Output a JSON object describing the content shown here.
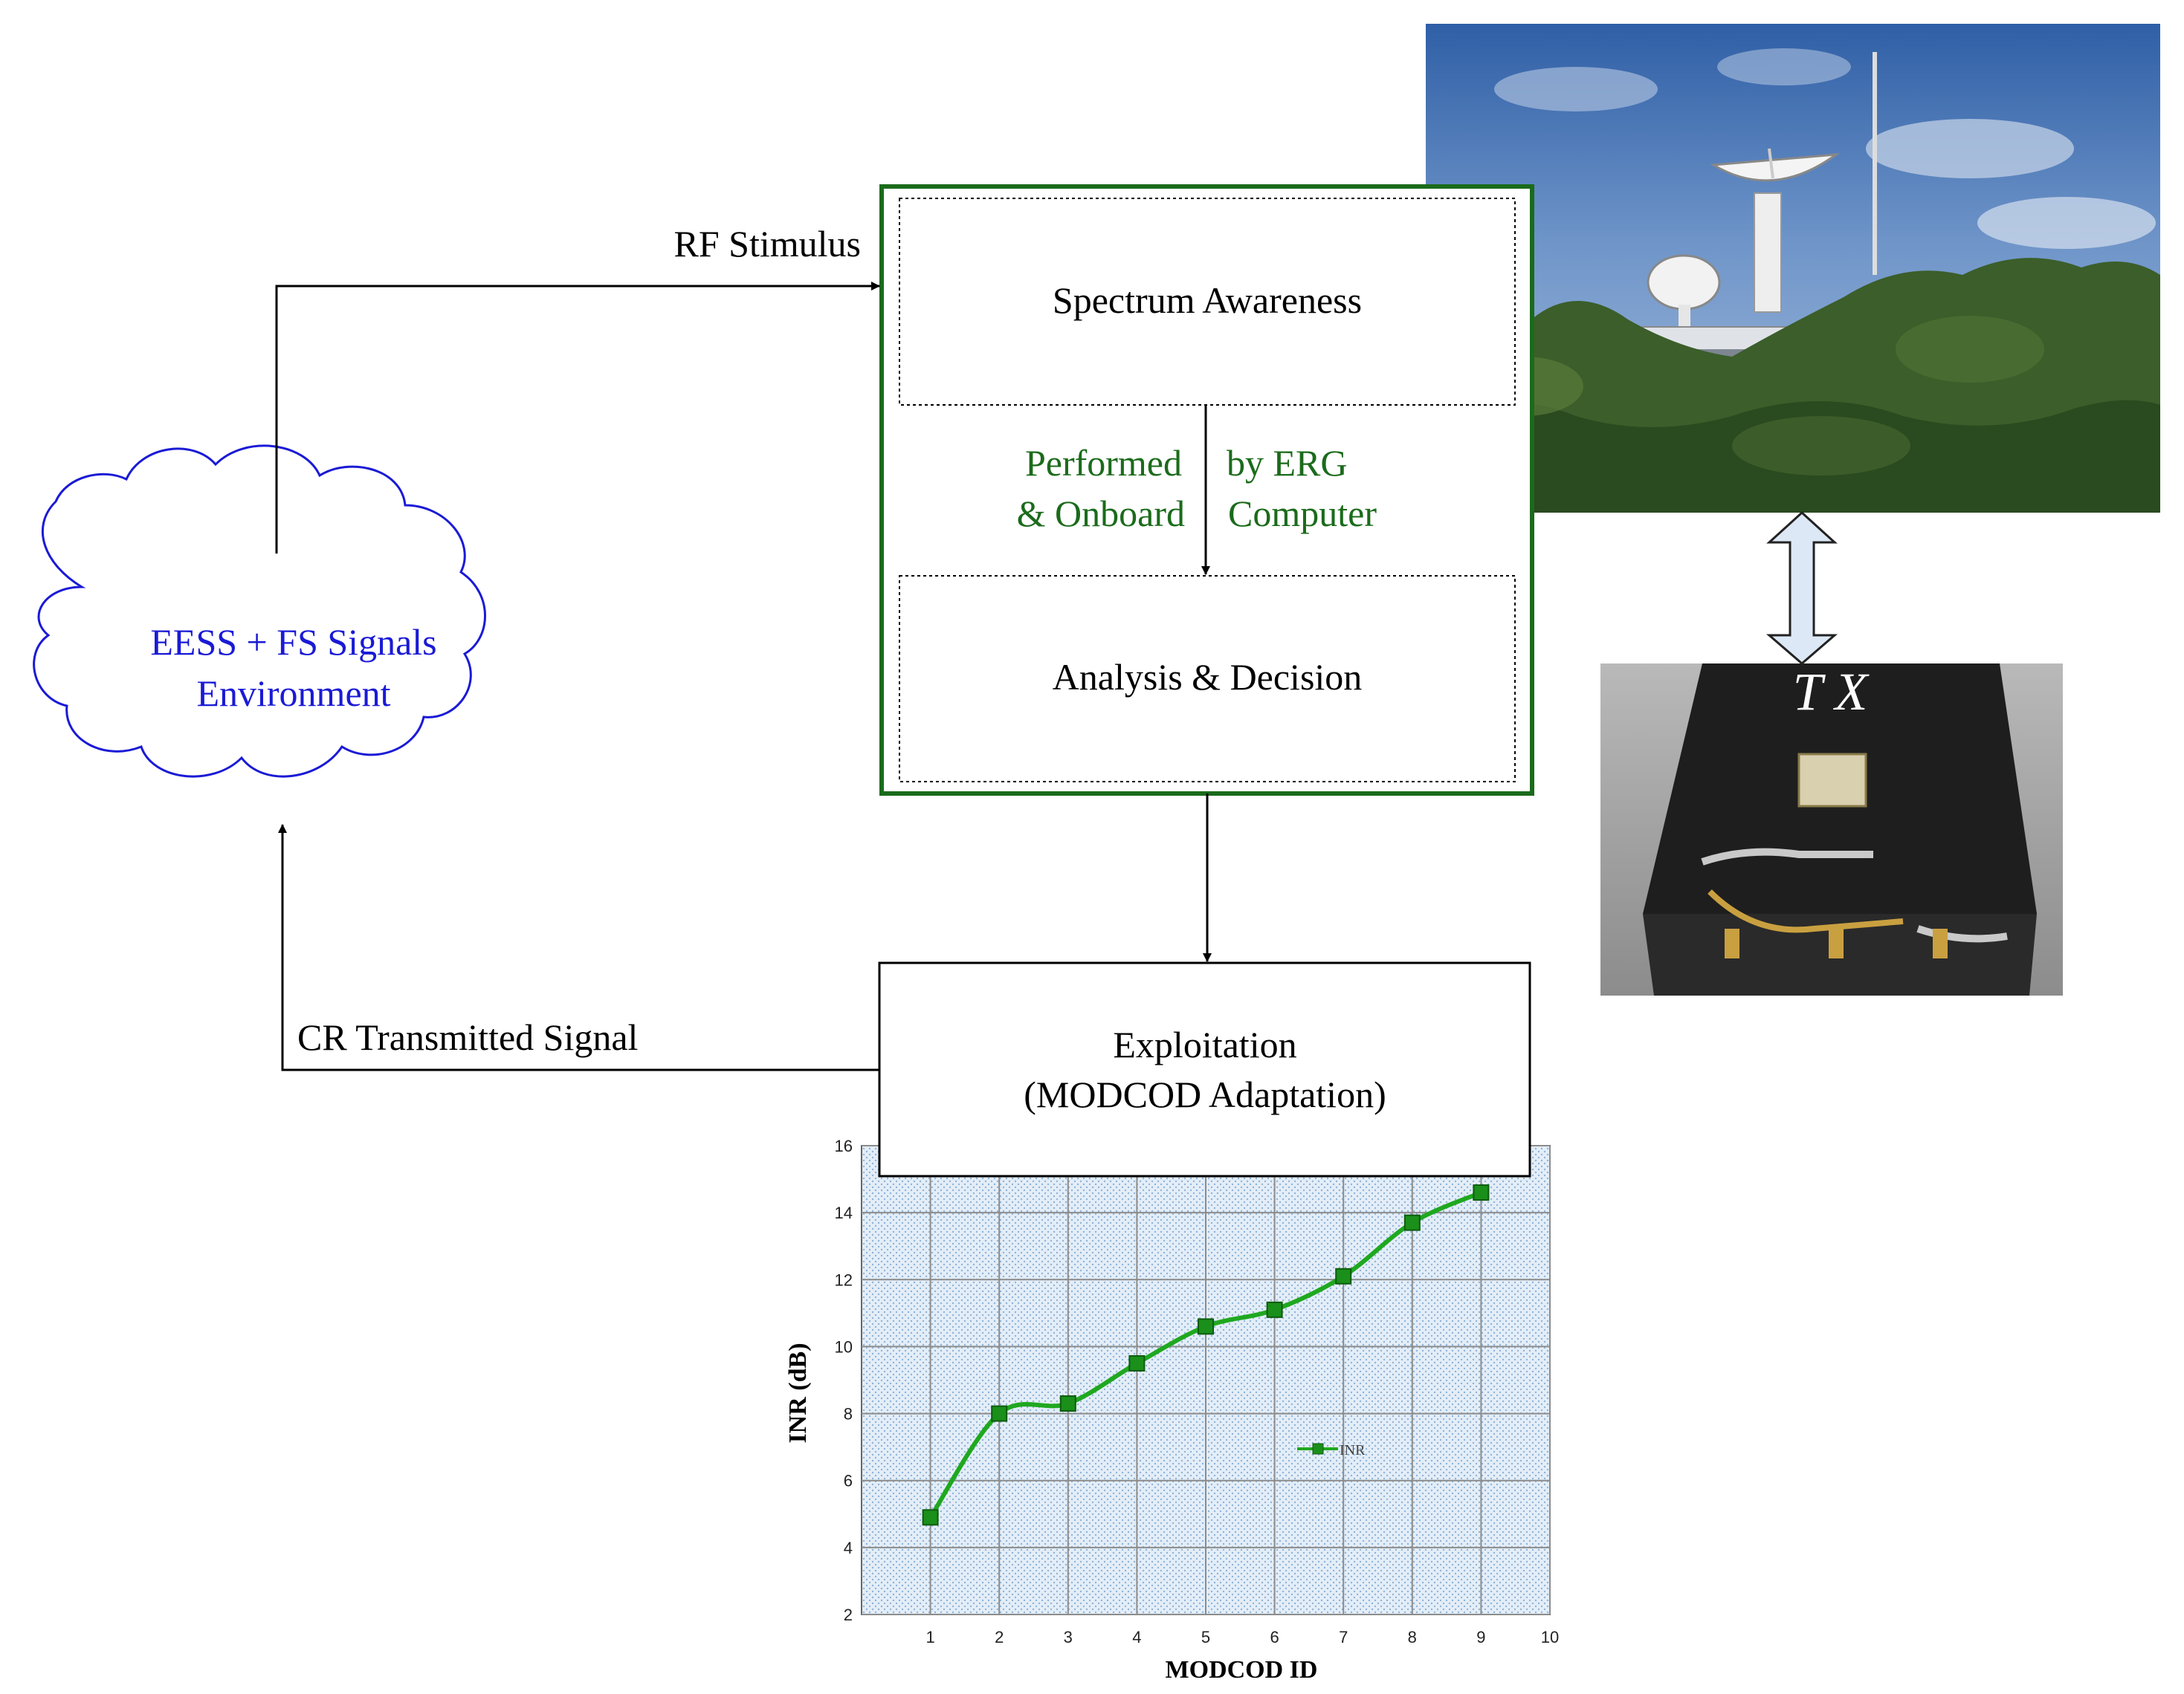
{
  "diagram": {
    "rf_stimulus": "RF Stimulus",
    "spectrum_awareness": "Spectrum Awareness",
    "performed_line1_left": "Performed",
    "performed_line1_right": "by ERG",
    "performed_line2_left": "& Onboard",
    "performed_line2_right": "Computer",
    "analysis_decision": "Analysis & Decision",
    "environment_line1": "EESS + FS Signals",
    "environment_line2": "Environment",
    "cr_transmitted": "CR Transmitted Signal",
    "exploitation_line1": "Exploitation",
    "exploitation_line2": "(MODCOD Adaptation)",
    "tx_label": "T X"
  },
  "colors": {
    "cognitive_box_border": "#1b6b1b",
    "green_text": "#1b6b1b",
    "blue_text": "#1a1ad6",
    "series": "#1fa81f",
    "plot_background": "#dce9f5"
  },
  "chart_data": {
    "type": "line",
    "title": "",
    "xlabel": "MODCOD ID",
    "ylabel": "INR (dB)",
    "xlim": [
      0,
      10
    ],
    "ylim": [
      2,
      16
    ],
    "x_ticks": [
      "1",
      "2",
      "3",
      "4",
      "5",
      "6",
      "7",
      "8",
      "9",
      "10"
    ],
    "y_ticks": [
      "2",
      "4",
      "6",
      "8",
      "10",
      "12",
      "14",
      "16"
    ],
    "grid": true,
    "legend": "center-right",
    "series": [
      {
        "name": "INR",
        "x": [
          1,
          2,
          3,
          4,
          5,
          6,
          7,
          8,
          9
        ],
        "values": [
          4.9,
          8.0,
          8.3,
          9.5,
          10.6,
          11.1,
          12.1,
          13.7,
          14.6
        ]
      }
    ]
  }
}
